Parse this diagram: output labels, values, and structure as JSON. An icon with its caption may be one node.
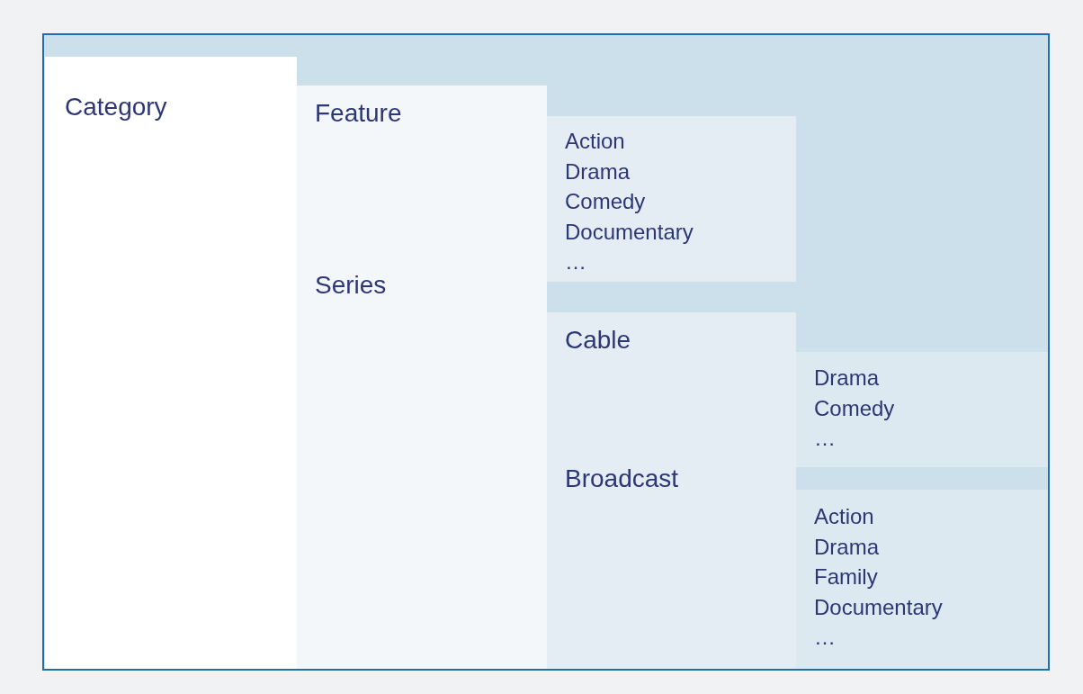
{
  "diagram": {
    "nodes": [
      {
        "text": [],
        "shape": "box"
      },
      {
        "text": [
          "Category"
        ],
        "in": 0
      },
      {
        "text": [
          "Feature",
          "Series"
        ],
        "in": 0
      },
      {
        "text": [
          "Action",
          "Drama",
          "Comedy",
          "Documentary",
          "…"
        ],
        "in": 0
      },
      {
        "text": [
          "Cable",
          "Broadcast"
        ],
        "in": 0
      },
      {
        "text": [
          "Drama",
          "Comedy",
          "…"
        ],
        "in": 0
      },
      {
        "text": [
          "Action",
          "Drama",
          "Family",
          "Documentary",
          "…"
        ],
        "in": 0
      }
    ]
  }
}
